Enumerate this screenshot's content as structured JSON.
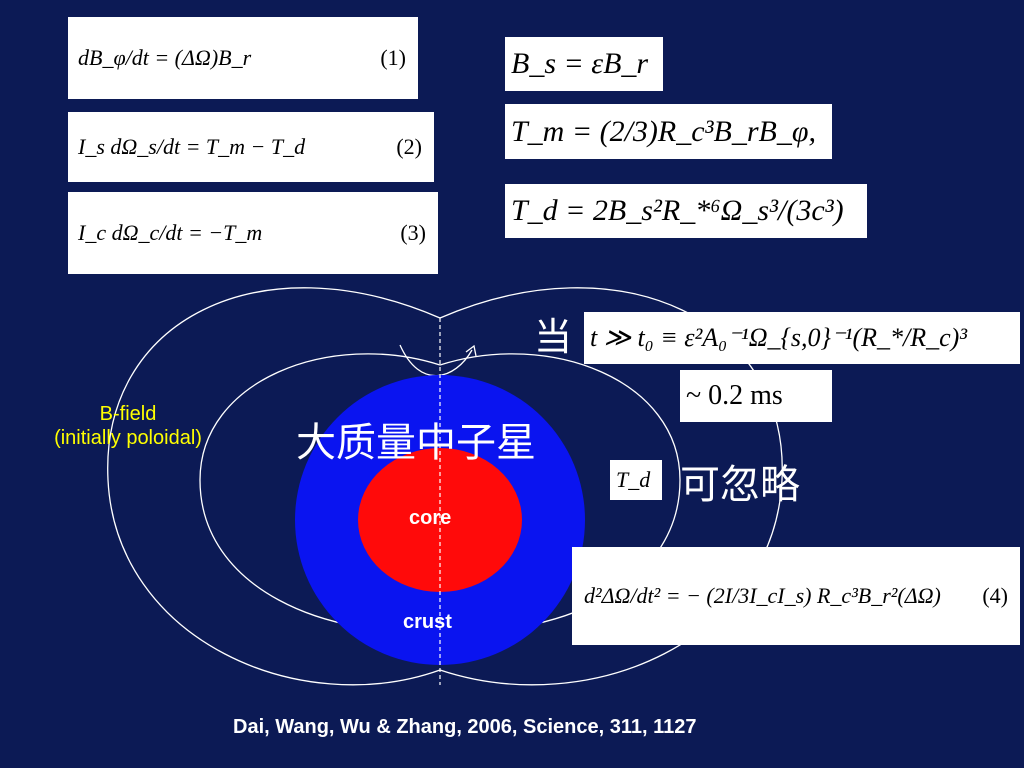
{
  "equations_left": [
    {
      "text": "dB_φ/dt = (ΔΩ)B_r",
      "number": "(1)"
    },
    {
      "text": "I_s dΩ_s/dt = T_m − T_d",
      "number": "(2)"
    },
    {
      "text": "I_c dΩ_c/dt = −T_m",
      "number": "(3)"
    }
  ],
  "equations_right": [
    {
      "text": "B_s = εB_r"
    },
    {
      "text": "T_m = (2/3)R_c³B_rB_φ,"
    },
    {
      "text": "T_d = 2B_s²R_*⁶Ω_s³/(3c³)"
    }
  ],
  "condition_prefix": "当",
  "condition_equation": "t ≫ t₀ ≡ ε²A₀⁻¹Ω_{s,0}⁻¹(R_*/R_c)³",
  "condition_value": "~ 0.2 ms",
  "td_symbol": "T_d",
  "neglect_text": "可忽略",
  "equation_4": {
    "text": "d²ΔΩ/dt² = − (2I/3I_cI_s) R_c³B_r²(ΔΩ)",
    "number": "(4)"
  },
  "star_label": "大质量中子星",
  "core_label": "core",
  "crust_label": "crust",
  "bfield_label_line1": "B-field",
  "bfield_label_line2": "(initially poloidal)",
  "citation": "Dai, Wang, Wu & Zhang, 2006, Science, 311, 1127",
  "colors": {
    "background": "#0c1a55",
    "crust": "#0a14f0",
    "core": "#ff0a0a",
    "field_lines": "#ffffff",
    "bfield_label": "#ffff00"
  }
}
